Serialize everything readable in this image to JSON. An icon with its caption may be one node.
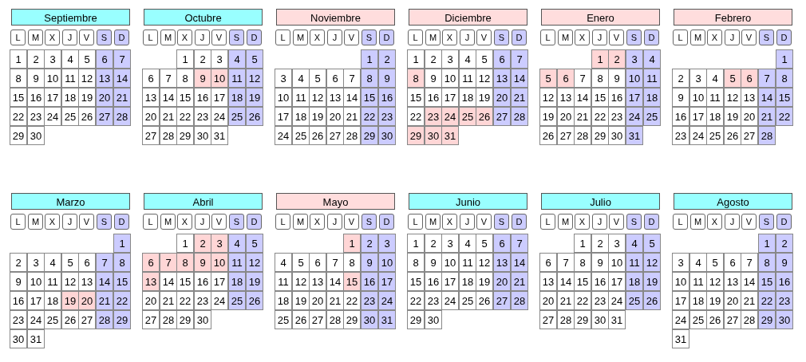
{
  "diagram": {
    "labels": [
      "Septiembre",
      "L",
      "M",
      "X",
      "J",
      "V",
      "S",
      "D",
      "1",
      "2",
      "3",
      "4",
      "5",
      "6",
      "7",
      "8",
      "9",
      "10",
      "11",
      "12",
      "13",
      "14",
      "15",
      "16",
      "17",
      "18",
      "19",
      "20",
      "21",
      "22",
      "23",
      "24",
      "25",
      "26",
      "27",
      "28",
      "29",
      "30",
      "Octubre",
      "L",
      "M",
      "X",
      "J",
      "V",
      "S",
      "D",
      "1",
      "2",
      "3",
      "4",
      "5",
      "6",
      "7",
      "8",
      "9",
      "10",
      "11",
      "12",
      "13",
      "14",
      "15",
      "16",
      "17",
      "18",
      "19",
      "20",
      "21",
      "22",
      "23",
      "24",
      "25",
      "26",
      "27",
      "28",
      "29",
      "30",
      "31",
      "Noviembre",
      "L",
      "M",
      "X",
      "J",
      "V",
      "S",
      "D",
      "1",
      "2",
      "3",
      "4",
      "5",
      "6",
      "7",
      "8",
      "9",
      "10",
      "11",
      "12",
      "13",
      "14",
      "15",
      "16",
      "17",
      "18",
      "19",
      "20",
      "21",
      "22",
      "23",
      "24",
      "25",
      "26",
      "27",
      "28",
      "29",
      "30",
      "Diciembre",
      "L",
      "M",
      "X",
      "J",
      "V",
      "S",
      "D",
      "1",
      "2",
      "3",
      "4",
      "5",
      "6",
      "7",
      "8",
      "9",
      "10",
      "11",
      "12",
      "13",
      "14",
      "15",
      "16",
      "17",
      "18",
      "19",
      "20",
      "21",
      "22",
      "23",
      "24",
      "25",
      "26",
      "27",
      "28",
      "29",
      "30",
      "31",
      "Enero",
      "L",
      "M",
      "X",
      "J",
      "V",
      "S",
      "D",
      "1",
      "2",
      "3",
      "4",
      "5",
      "6",
      "7",
      "8",
      "9",
      "10",
      "11",
      "12",
      "13",
      "14",
      "15",
      "16",
      "17",
      "18",
      "19",
      "20",
      "21",
      "22",
      "23",
      "24",
      "25",
      "26",
      "27",
      "28",
      "29",
      "30",
      "31",
      "Febrero",
      "L",
      "M",
      "X",
      "J",
      "V",
      "S",
      "D",
      "1",
      "2",
      "3",
      "4",
      "5",
      "6",
      "7",
      "8",
      "9",
      "10",
      "11",
      "12",
      "13",
      "14",
      "15",
      "16",
      "17",
      "18",
      "19",
      "20",
      "21",
      "22",
      "23",
      "24",
      "25",
      "26",
      "27",
      "28",
      "Marzo",
      "L",
      "M",
      "X",
      "J",
      "V",
      "S",
      "D",
      "1",
      "2",
      "3",
      "4",
      "5",
      "6",
      "7",
      "8",
      "9",
      "10",
      "11",
      "12",
      "13",
      "14",
      "15",
      "16",
      "17",
      "18",
      "19",
      "20",
      "21",
      "22",
      "23",
      "24",
      "25",
      "26",
      "27",
      "28",
      "29",
      "30",
      "31",
      "Abril",
      "L",
      "M",
      "X",
      "J",
      "V",
      "S",
      "D",
      "1",
      "2",
      "3",
      "4",
      "5",
      "6",
      "7",
      "8",
      "9",
      "10",
      "11",
      "12",
      "13",
      "14",
      "15",
      "16",
      "17",
      "18",
      "19",
      "20",
      "21",
      "22",
      "23",
      "24",
      "25",
      "26",
      "27",
      "28",
      "29",
      "30",
      "Mayo",
      "L",
      "M",
      "X",
      "J",
      "V",
      "S",
      "D",
      "1",
      "2",
      "3",
      "4",
      "5",
      "6",
      "7",
      "8",
      "9",
      "10",
      "11",
      "12",
      "13",
      "14",
      "15",
      "16",
      "17",
      "18",
      "19",
      "20",
      "21",
      "22",
      "23",
      "24",
      "25",
      "26",
      "27",
      "28",
      "29",
      "30",
      "31",
      "Junio",
      "L",
      "M",
      "X",
      "J",
      "V",
      "S",
      "D",
      "1",
      "2",
      "3",
      "4",
      "5",
      "6",
      "7",
      "8",
      "9",
      "10",
      "11",
      "12",
      "13",
      "14",
      "15",
      "16",
      "17",
      "18",
      "19",
      "20",
      "21",
      "22",
      "23",
      "24",
      "25",
      "26",
      "27",
      "28",
      "29",
      "30",
      "Julio",
      "L",
      "M",
      "X",
      "J",
      "V",
      "S",
      "D",
      "1",
      "2",
      "3",
      "4",
      "5",
      "6",
      "7",
      "8",
      "9",
      "10",
      "11",
      "12",
      "13",
      "14",
      "15",
      "16",
      "17",
      "18",
      "19",
      "20",
      "21",
      "22",
      "23",
      "24",
      "25",
      "26",
      "27",
      "28",
      "29",
      "30",
      "31",
      "Agosto",
      "L",
      "M",
      "X",
      "J",
      "V",
      "S",
      "D",
      "1",
      "2",
      "3",
      "4",
      "5",
      "6",
      "7",
      "8",
      "9",
      "10",
      "11",
      "12",
      "13",
      "14",
      "15",
      "16",
      "17",
      "18",
      "19",
      "20",
      "21",
      "22",
      "23",
      "24",
      "25",
      "26",
      "27",
      "28",
      "29",
      "30",
      "31"
    ]
  }
}
